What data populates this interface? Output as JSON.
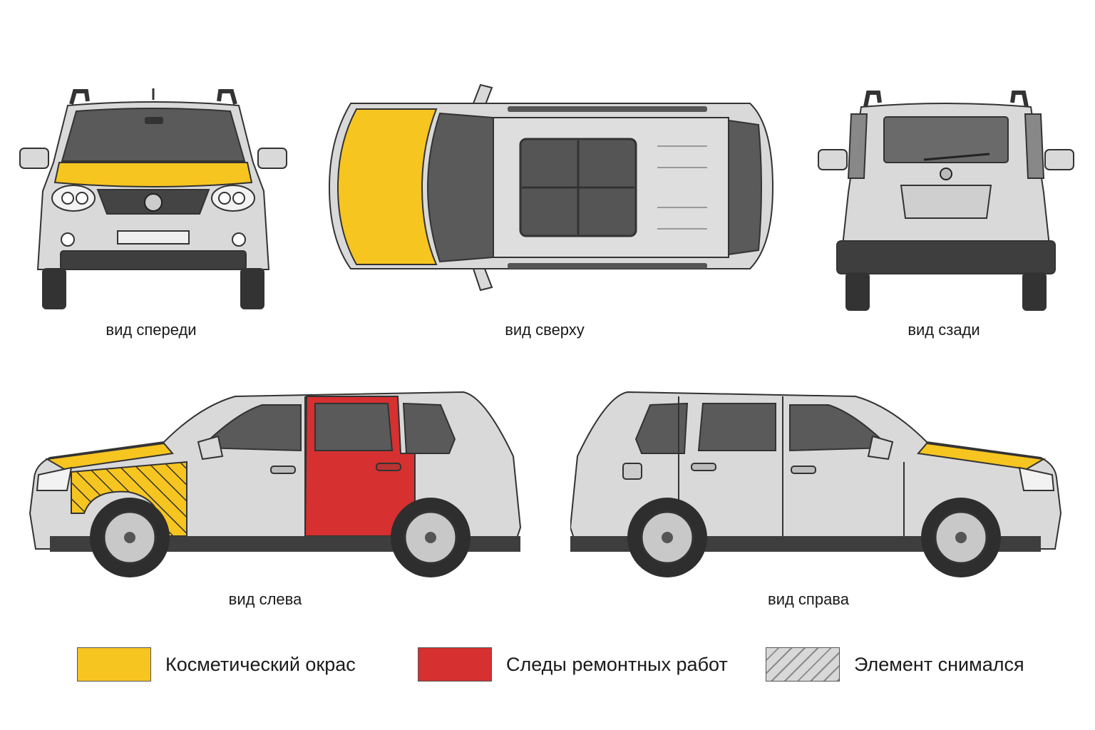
{
  "views": {
    "front": {
      "label": "вид спереди"
    },
    "top": {
      "label": "вид сверху"
    },
    "rear": {
      "label": "вид сзади"
    },
    "left": {
      "label": "вид слева"
    },
    "right": {
      "label": "вид справа"
    }
  },
  "legend": [
    {
      "label": "Косметический окрас",
      "color": "#F7C520",
      "pattern": "solid"
    },
    {
      "label": "Следы ремонтных работ",
      "color": "#D63030",
      "pattern": "solid"
    },
    {
      "label": "Элемент снимался",
      "color": "#D8D8D8",
      "pattern": "hatched"
    }
  ],
  "colors": {
    "body": "#D9D9D9",
    "glass": "#5A5A5A",
    "trim": "#4A4A4A",
    "outline": "#333333",
    "cosmetic": "#F7C520",
    "repair": "#D63030"
  }
}
